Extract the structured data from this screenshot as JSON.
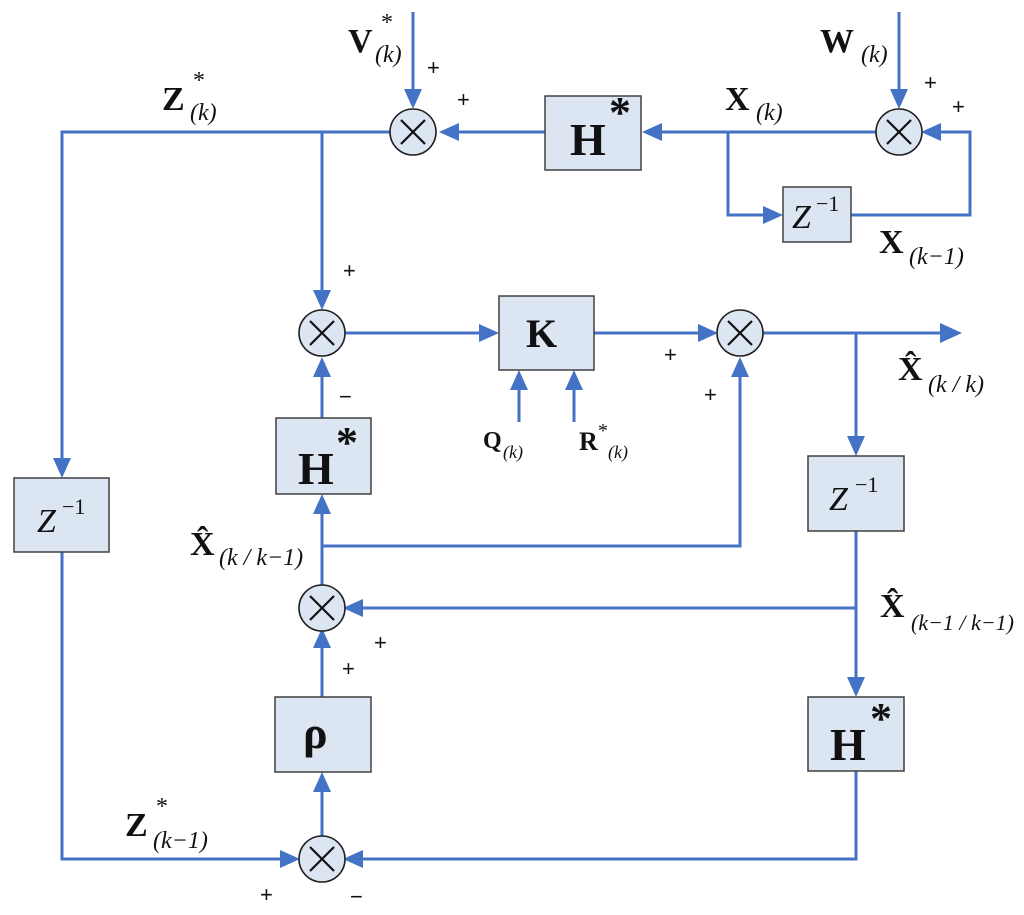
{
  "blocks": {
    "h_top": "H",
    "h_top_sup": "*",
    "z_top_right": "Z",
    "z_top_right_sup": "−1",
    "k_gain": "K",
    "h_mid": "H",
    "h_mid_sup": "*",
    "z_left": "Z",
    "z_left_sup": "−1",
    "z_right": "Z",
    "z_right_sup": "−1",
    "rho": "ρ",
    "h_bottom": "H",
    "h_bottom_sup": "*"
  },
  "signals": {
    "v": {
      "base": "V",
      "sup": "*",
      "sub": "(k)"
    },
    "w": {
      "base": "W",
      "sub": "(k)"
    },
    "z": {
      "base": "Z",
      "sup": "*",
      "sub": "(k)"
    },
    "x": {
      "base": "X",
      "sub": "(k)"
    },
    "x_prev": {
      "base": "X",
      "sub": "(k−1)"
    },
    "x_hat_kk": {
      "base": "X̂",
      "sub": "(k / k)"
    },
    "q": {
      "base": "Q",
      "sub": "(k)"
    },
    "r": {
      "base": "R",
      "sup": "*",
      "sub": "(k)"
    },
    "x_hat_pred": {
      "base": "X̂",
      "sub": "(k / k−1)"
    },
    "x_hat_prev": {
      "base": "X̂",
      "sub": "(k−1 / k−1)"
    },
    "z_prev": {
      "base": "Z",
      "sup": "*",
      "sub": "(k−1)"
    }
  },
  "signs": {
    "s1": "+",
    "s2": "+",
    "s3": "+",
    "s4": "+",
    "s5": "+",
    "s6": "−",
    "s7": "+",
    "s8": "+",
    "s9": "+",
    "s10": "+",
    "s11": "+",
    "s12": "−"
  },
  "sum_symbol": "×"
}
